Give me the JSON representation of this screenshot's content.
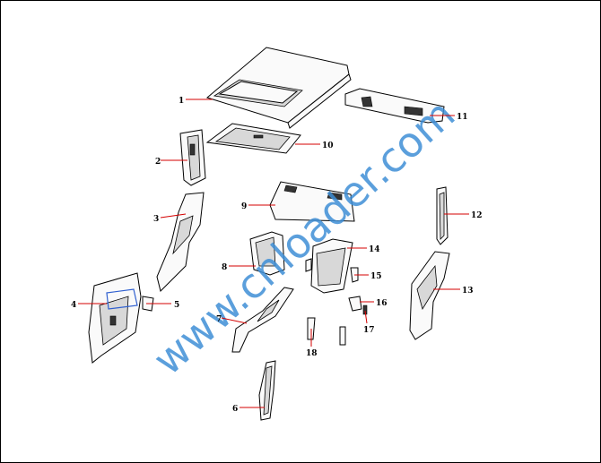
{
  "watermark": "www.cnloader.com",
  "colors": {
    "leader": "#d40000",
    "watermark": "#3f8fd6",
    "outline": "#000000"
  },
  "callouts": [
    "1",
    "2",
    "3",
    "4",
    "5",
    "6",
    "7",
    "8",
    "9",
    "10",
    "11",
    "12",
    "13",
    "14",
    "15",
    "16",
    "17",
    "18"
  ]
}
